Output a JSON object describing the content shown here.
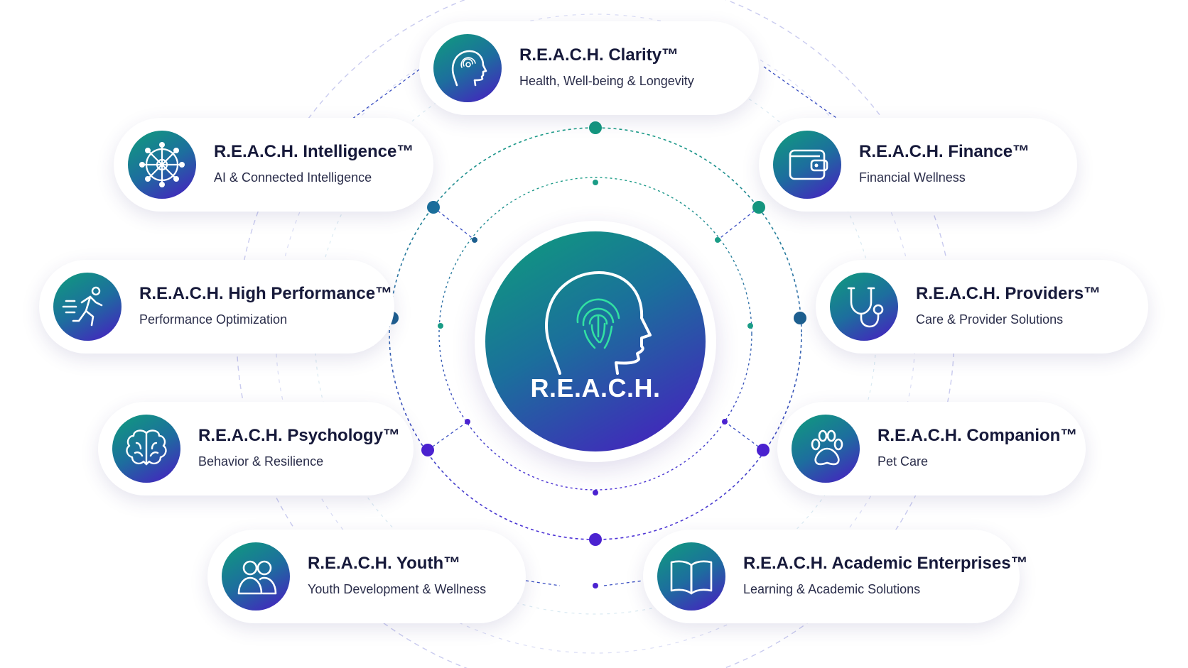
{
  "center": {
    "title": "R.E.A.C.H."
  },
  "products": [
    {
      "id": "clarity",
      "title": "R.E.A.C.H. Clarity™",
      "subtitle": "Health, Well-being & Longevity",
      "icon": "fingerprint-head-icon"
    },
    {
      "id": "intelligence",
      "title": "R.E.A.C.H. Intelligence™",
      "subtitle": "AI & Connected Intelligence",
      "icon": "neural-network-icon"
    },
    {
      "id": "finance",
      "title": "R.E.A.C.H. Finance™",
      "subtitle": "Financial Wellness",
      "icon": "wallet-icon"
    },
    {
      "id": "high-performance",
      "title": "R.E.A.C.H. High Performance™",
      "subtitle": "Performance Optimization",
      "icon": "running-person-icon"
    },
    {
      "id": "providers",
      "title": "R.E.A.C.H. Providers™",
      "subtitle": "Care & Provider Solutions",
      "icon": "stethoscope-icon"
    },
    {
      "id": "psychology",
      "title": "R.E.A.C.H. Psychology™",
      "subtitle": "Behavior & Resilience",
      "icon": "brain-icon"
    },
    {
      "id": "companion",
      "title": "R.E.A.C.H. Companion™",
      "subtitle": "Pet Care",
      "icon": "paw-icon"
    },
    {
      "id": "youth",
      "title": "R.E.A.C.H. Youth™",
      "subtitle": "Youth Development & Wellness",
      "icon": "two-people-icon"
    },
    {
      "id": "academic",
      "title": "R.E.A.C.H. Academic Enterprises™",
      "subtitle": "Learning & Academic Solutions",
      "icon": "open-book-icon"
    }
  ],
  "colors": {
    "gradient_start": "#0e9e7b",
    "gradient_mid": "#1b6f9c",
    "gradient_end": "#4a18c2",
    "title_text": "#16193a",
    "subtitle_text": "#2a2d4a",
    "ring_teal": "#1a9c86",
    "ring_purple": "#4b2fd6"
  }
}
